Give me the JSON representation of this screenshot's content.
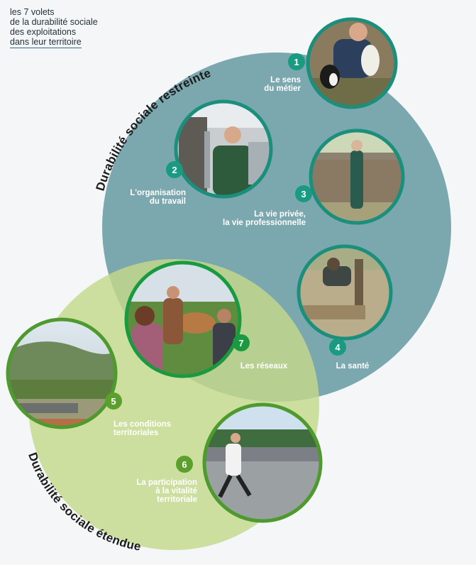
{
  "header": {
    "line1": "les 7 volets",
    "line2": "de la durabilité sociale",
    "line3": "des exploitations",
    "line4": "dans leur territoire"
  },
  "zones": {
    "restreinte": "Durabilité sociale restreinte",
    "etendue": "Durabilité sociale étendue"
  },
  "volets": [
    {
      "num": "1",
      "line1": "Le sens",
      "line2": "du métier"
    },
    {
      "num": "2",
      "line1": "L'organisation",
      "line2": "du travail"
    },
    {
      "num": "3",
      "line1": "La vie  privée,",
      "line2": "la vie professionnelle"
    },
    {
      "num": "4",
      "line1": "La santé"
    },
    {
      "num": "5",
      "line1": "Les conditions",
      "line2": "territoriales"
    },
    {
      "num": "6",
      "line1": "La participation",
      "line2": "à la vitalité",
      "line3": "territoriale"
    },
    {
      "num": "7",
      "line1": "Les réseaux"
    }
  ],
  "colors": {
    "restreinte_fill": "#7ba7ae",
    "etendue_fill": "#c5d98b",
    "ring_teal": "#1a8f7c",
    "ring_green": "#4f9a2f",
    "badge_teal": "#1a9a80",
    "badge_green": "#5c9f2c"
  },
  "icons": {
    "photo1": "farmer-with-dogs-photo",
    "photo2": "milking-parlor-photo",
    "photo3": "farmer-at-fence-photo",
    "photo4": "chopping-wood-photo",
    "photo5": "countryside-landscape-photo",
    "photo6": "roller-ski-race-photo",
    "photo7": "farmers-meeting-in-pasture-photo"
  }
}
